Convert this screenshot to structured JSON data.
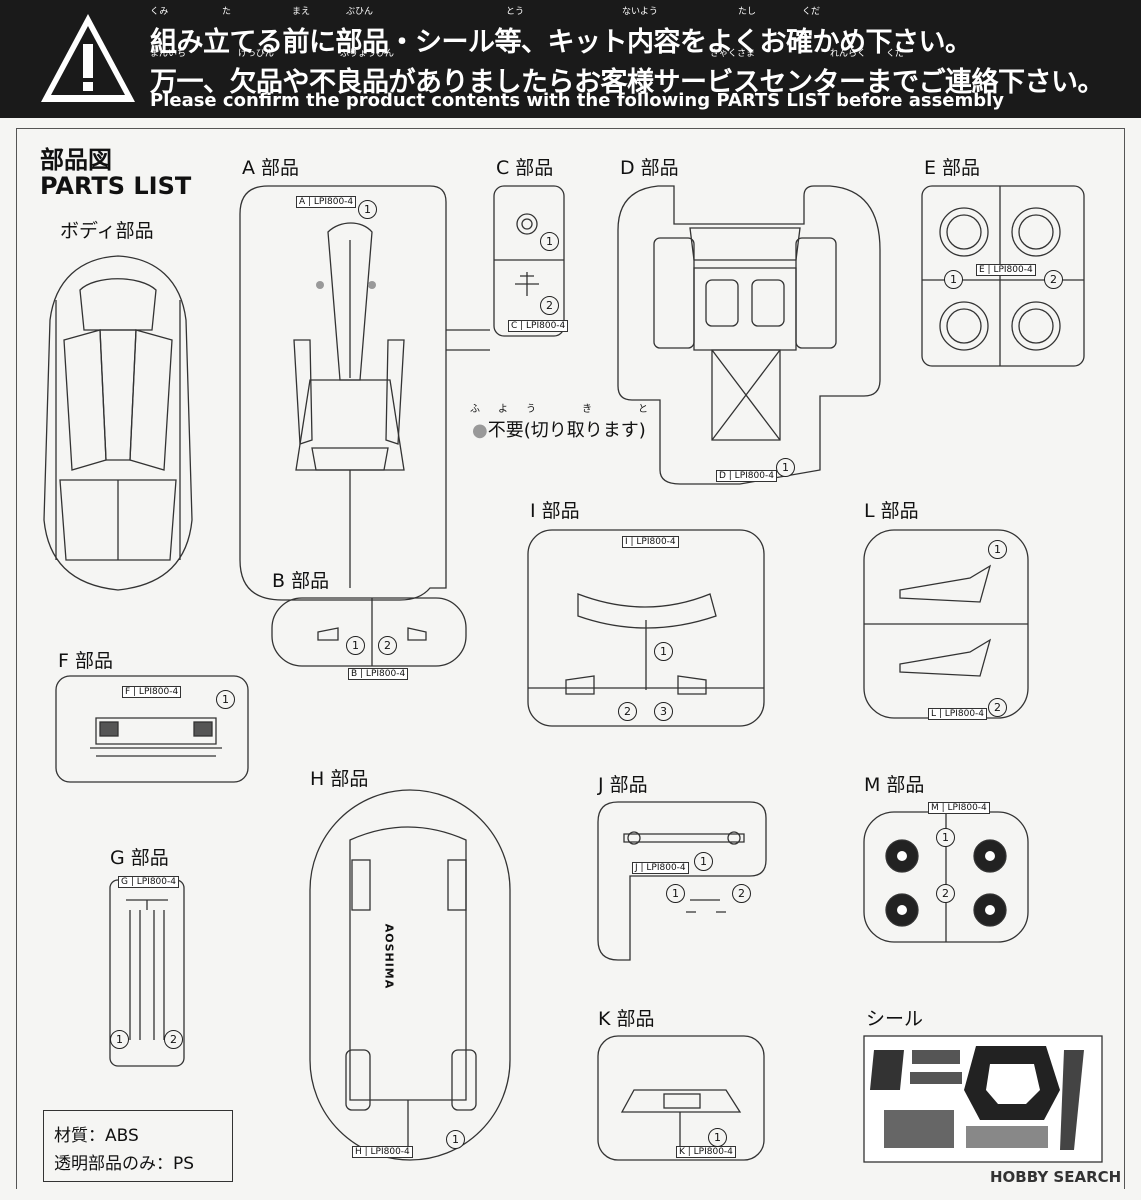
{
  "header": {
    "line1_jp": "組み立てる前に部品・シール等、キット内容をよくお確かめ下さい。",
    "line2_jp": "万一、欠品や不良品がありましたらお客様サービスセンターまでご連絡下さい。",
    "line_en": "Please confirm the product contents with the following PARTS LIST before assembly",
    "ruby1": [
      "くみ",
      "た",
      "まえ",
      "ぶひん",
      "とう",
      "ないよう",
      "たし",
      "くだ"
    ],
    "ruby2": [
      "まんいち",
      "けっぴん",
      "ふりょうひん",
      "きゃくさま",
      "れんらく",
      "くだ"
    ],
    "warning_icon": "warning-triangle-icon"
  },
  "titles": {
    "parts_jp": "部品図",
    "parts_en": "PARTS LIST",
    "body_parts": "ボディ部品"
  },
  "groups": {
    "A": "A 部品",
    "B": "B 部品",
    "C": "C 部品",
    "D": "D 部品",
    "E": "E 部品",
    "F": "F 部品",
    "G": "G 部品",
    "H": "H 部品",
    "I": "I 部品",
    "J": "J 部品",
    "K": "K 部品",
    "L": "L 部品",
    "M": "M 部品",
    "seal": "シール"
  },
  "runner_tag": "LPI800-4",
  "runner_letters": [
    "A",
    "B",
    "C",
    "D",
    "E",
    "F",
    "G",
    "H",
    "I",
    "J",
    "K",
    "L",
    "M"
  ],
  "part_numbers": [
    "1",
    "2",
    "3"
  ],
  "unneeded": {
    "text": "不要(切り取ります)",
    "ruby": "ふよう　き　と"
  },
  "material": {
    "line1": "材質：ABS",
    "line2": "透明部品のみ：PS"
  },
  "stamp": "AOSHIMA",
  "watermark": "HOBBY SEARCH",
  "colors": {
    "banner": "#1a1a1a",
    "line": "#333333",
    "background": "#f5f5f3"
  }
}
